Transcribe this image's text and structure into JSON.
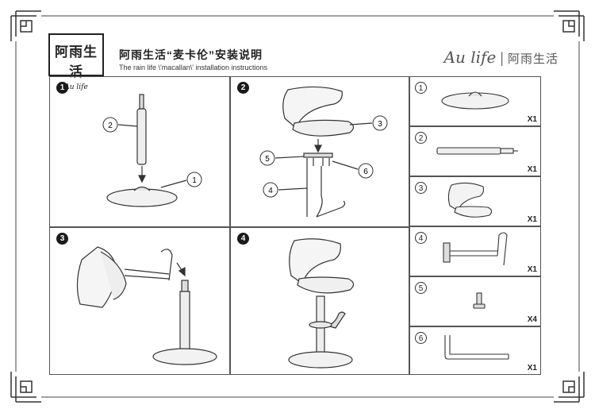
{
  "header": {
    "logo_cn": "阿雨生活",
    "logo_script": "Au life",
    "title_cn": "阿雨生活“麦卡伦”安装说明",
    "title_en": "The rain life \\'macallan\\' installation instructions",
    "brand_script": "Au life",
    "brand_sep": "|",
    "brand_cn": "阿雨生活"
  },
  "steps": [
    {
      "number": "1",
      "callouts": [
        "2",
        "1"
      ]
    },
    {
      "number": "2",
      "callouts": [
        "3",
        "5",
        "6",
        "4"
      ]
    },
    {
      "number": "3",
      "callouts": []
    },
    {
      "number": "4",
      "callouts": []
    }
  ],
  "parts": [
    {
      "number": "1",
      "qty": "X1",
      "name": "base"
    },
    {
      "number": "2",
      "qty": "X1",
      "name": "gas-lift-column"
    },
    {
      "number": "3",
      "qty": "X1",
      "name": "seat-shell"
    },
    {
      "number": "4",
      "qty": "X1",
      "name": "footrest-bracket"
    },
    {
      "number": "5",
      "qty": "X4",
      "name": "screw"
    },
    {
      "number": "6",
      "qty": "X1",
      "name": "allen-key"
    }
  ]
}
